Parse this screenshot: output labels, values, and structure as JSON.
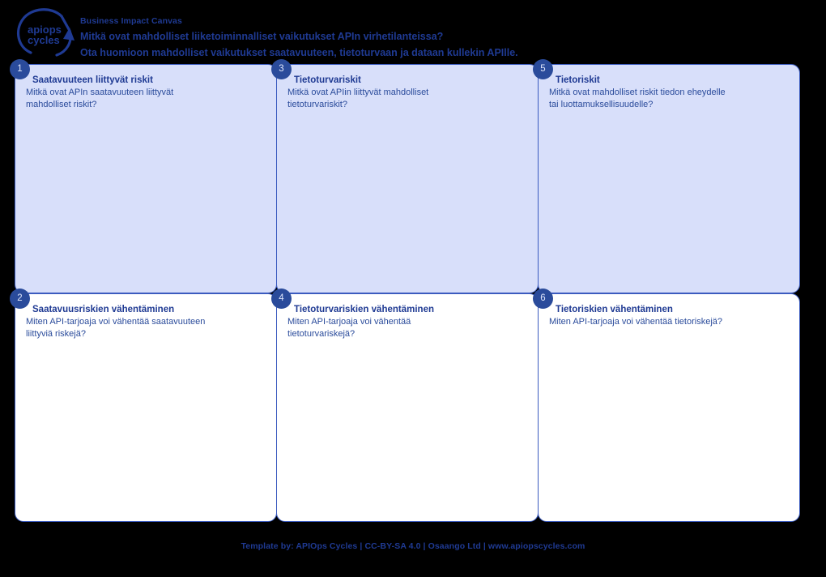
{
  "header": {
    "logo_alt": "apiops cycles",
    "logo_line1": "apiops",
    "logo_line2": "cycles",
    "kicker": "Business Impact Canvas",
    "question_1": "Mitkä ovat mahdolliset liiketoiminnalliset vaikutukset APIn virhetilanteissa?",
    "question_2": "Ota huomioon mahdolliset vaikutukset saatavuuteen, tietoturvaan ja dataan kullekin APIlle."
  },
  "colors": {
    "brand_blue": "#1f3a93",
    "badge_blue": "#2a4b9b",
    "card_border": "#3b5bbf",
    "card_fill_top": "#d8dffa",
    "card_fill_bottom": "#ffffff",
    "background": "#000000"
  },
  "cards": [
    {
      "number": "1",
      "title": "Saatavuuteen liittyvät riskit",
      "description": "Mitkä ovat APIn saatavuuteen liittyvät\nmahdolliset riskit?",
      "row": "top",
      "column": 1
    },
    {
      "number": "3",
      "title": "Tietoturvariskit",
      "description": "Mitkä ovat APIin liittyvät mahdolliset\ntietoturvariskit?",
      "row": "top",
      "column": 2
    },
    {
      "number": "5",
      "title": "Tietoriskit",
      "description": "Mitkä ovat mahdolliset riskit tiedon eheydelle\ntai luottamuksellisuudelle?",
      "row": "top",
      "column": 3
    },
    {
      "number": "2",
      "title": "Saatavuusriskien vähentäminen",
      "description": "Miten API-tarjoaja voi vähentää saatavuuteen\nliittyviä riskejä?",
      "row": "bottom",
      "column": 1
    },
    {
      "number": "4",
      "title": "Tietoturvariskien vähentäminen",
      "description": "Miten API-tarjoaja voi vähentää\ntietoturvariskejä?",
      "row": "bottom",
      "column": 2
    },
    {
      "number": "6",
      "title": "Tietoriskien vähentäminen",
      "description": "Miten API-tarjoaja voi vähentää tietoriskejä?",
      "row": "bottom",
      "column": 3
    }
  ],
  "footer": {
    "text": "Template by: APIOps Cycles | CC-BY-SA 4.0 | Osaango Ltd | www.apiopscycles.com"
  }
}
